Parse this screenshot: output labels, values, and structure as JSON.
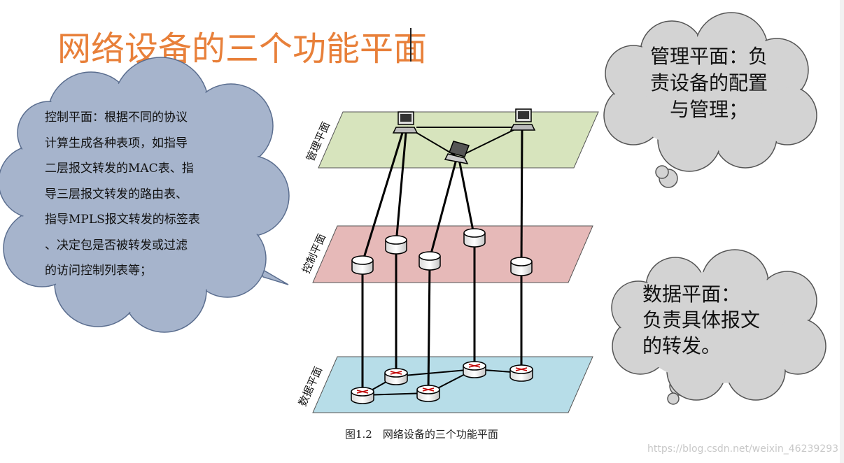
{
  "title": "网络设备的三个功能平面",
  "clouds": {
    "control": {
      "lines": [
        "控制平面：根据不同的协议",
        "计算生成各种表项，如指导",
        "二层报文转发的MAC表、指",
        "导三层报文转发的路由表、",
        "指导MPLS报文转发的标签表",
        "、决定包是否被转发或过滤",
        "的访问控制列表等；"
      ],
      "color": "#a6b4cc"
    },
    "management": {
      "lines": [
        "管理平面：负",
        "责设备的配置",
        "与管理；"
      ],
      "color": "#d3d3d3"
    },
    "data": {
      "lines": [
        "数据平面：",
        "负责具体报文",
        "的转发。"
      ],
      "color": "#d3d3d3"
    }
  },
  "planes": {
    "management": {
      "label": "管理平面",
      "color": "#d7e4bd"
    },
    "control": {
      "label": "控制平面",
      "color": "#e6b9b8"
    },
    "data": {
      "label": "数据平面",
      "color": "#b7dde8"
    }
  },
  "caption": "图1.2　网络设备的三个功能平面",
  "watermark": "https://blog.csdn.net/weixin_46239293",
  "icons": {
    "management_devices": [
      "desktop-computer-icon",
      "desktop-computer-icon",
      "laptop-icon"
    ],
    "control_devices": "route-database-icon",
    "data_devices": "router-icon"
  }
}
